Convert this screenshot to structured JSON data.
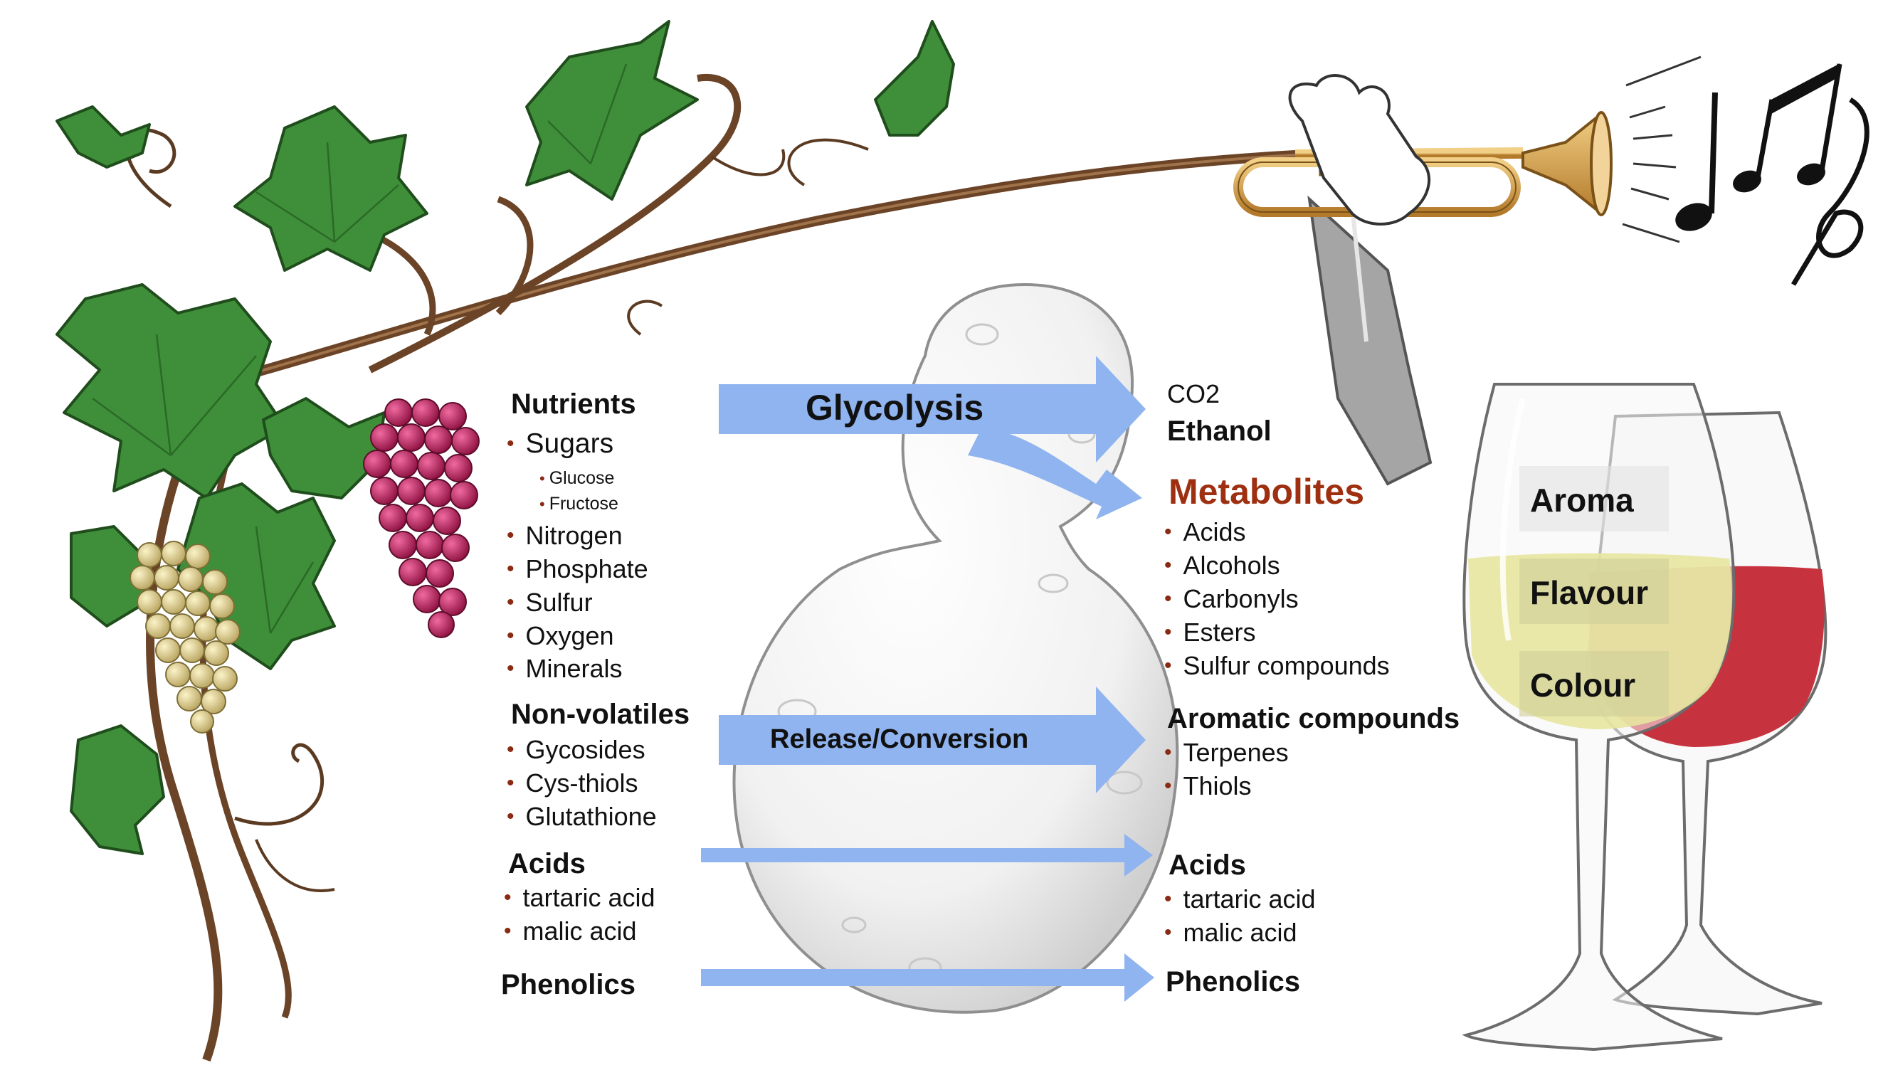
{
  "colors": {
    "arrow": "#8fb4f0",
    "bullet": "#8b2a12",
    "metabolites": "#9e2f10",
    "leaf": "#3f8f3a",
    "vine": "#6b4326",
    "red_grape": "#a8174f",
    "white_grape": "#d9c988",
    "trumpet": "#c9943a",
    "white_wine": "#e7e6a0",
    "red_wine": "#c6323e"
  },
  "icons": [
    "grapevine-icon",
    "red-grape-cluster-icon",
    "white-grape-cluster-icon",
    "trumpet-icon",
    "music-notes-icon",
    "yeast-cell-icon",
    "wine-glass-icon"
  ],
  "inputs": {
    "nutrients": {
      "heading": "Nutrients",
      "sugars": "Sugars",
      "sugar_types": [
        "Glucose",
        "Fructose"
      ],
      "others": [
        "Nitrogen",
        "Phosphate",
        "Sulfur",
        "Oxygen",
        "Minerals"
      ]
    },
    "non_volatiles": {
      "heading": "Non-volatiles",
      "items": [
        "Gycosides",
        "Cys-thiols",
        "Glutathione"
      ]
    },
    "acids": {
      "heading": "Acids",
      "items": [
        "tartaric acid",
        "malic acid"
      ]
    },
    "phenolics": {
      "heading": "Phenolics"
    }
  },
  "processes": {
    "glycolysis": "Glycolysis",
    "release": "Release/Conversion"
  },
  "outputs": {
    "co2": "CO2",
    "ethanol": "Ethanol",
    "metabolites": {
      "heading": "Metabolites",
      "items": [
        "Acids",
        "Alcohols",
        "Carbonyls",
        "Esters",
        "Sulfur compounds"
      ]
    },
    "aromatic": {
      "heading": "Aromatic compounds",
      "items": [
        "Terpenes",
        "Thiols"
      ]
    },
    "acids": {
      "heading": "Acids",
      "items": [
        "tartaric acid",
        "malic acid"
      ]
    },
    "phenolics": {
      "heading": "Phenolics"
    }
  },
  "wine": {
    "aroma": "Aroma",
    "flavour": "Flavour",
    "colour": "Colour"
  }
}
